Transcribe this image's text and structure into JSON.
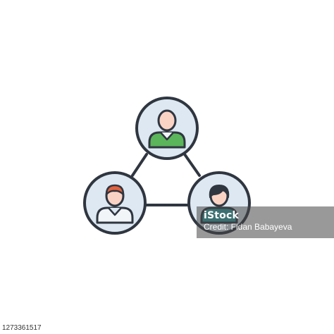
{
  "colors": {
    "background": "#ffffff",
    "outline": "#2f3640",
    "node_fill": "#dde8f2",
    "face": "#fbd3c4",
    "shirt_top": "#5bb55a",
    "shirt_left": "#f2f5f8",
    "shirt_right": "#2fa5a6",
    "hair_left": "#e2623e",
    "hair_right": "#2f3640"
  },
  "network": {
    "nodes": [
      {
        "name": "top-person",
        "icon": "person-icon",
        "shirt_color": "#5bb55a"
      },
      {
        "name": "left-person",
        "icon": "person-icon",
        "shirt_color": "#f2f5f8"
      },
      {
        "name": "right-person",
        "icon": "person-icon",
        "shirt_color": "#2fa5a6"
      }
    ]
  },
  "watermark": {
    "brand": "iStock",
    "credit": "Credit: Fidan Babayeva"
  },
  "image_id": "1273361517"
}
